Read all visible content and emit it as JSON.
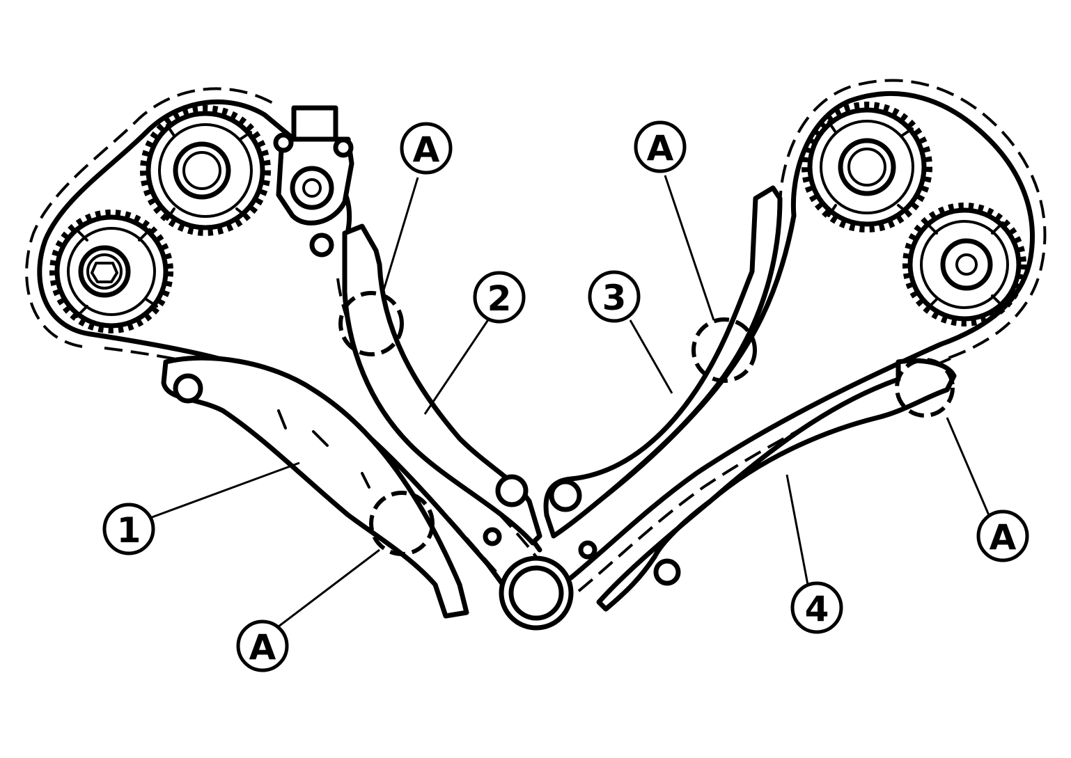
{
  "callouts": [
    {
      "id": "1",
      "label": "1"
    },
    {
      "id": "2",
      "label": "2"
    },
    {
      "id": "3",
      "label": "3"
    },
    {
      "id": "4",
      "label": "4"
    },
    {
      "id": "a1",
      "label": "A"
    },
    {
      "id": "a2",
      "label": "A"
    },
    {
      "id": "a3",
      "label": "A"
    },
    {
      "id": "a4",
      "label": "A"
    }
  ]
}
